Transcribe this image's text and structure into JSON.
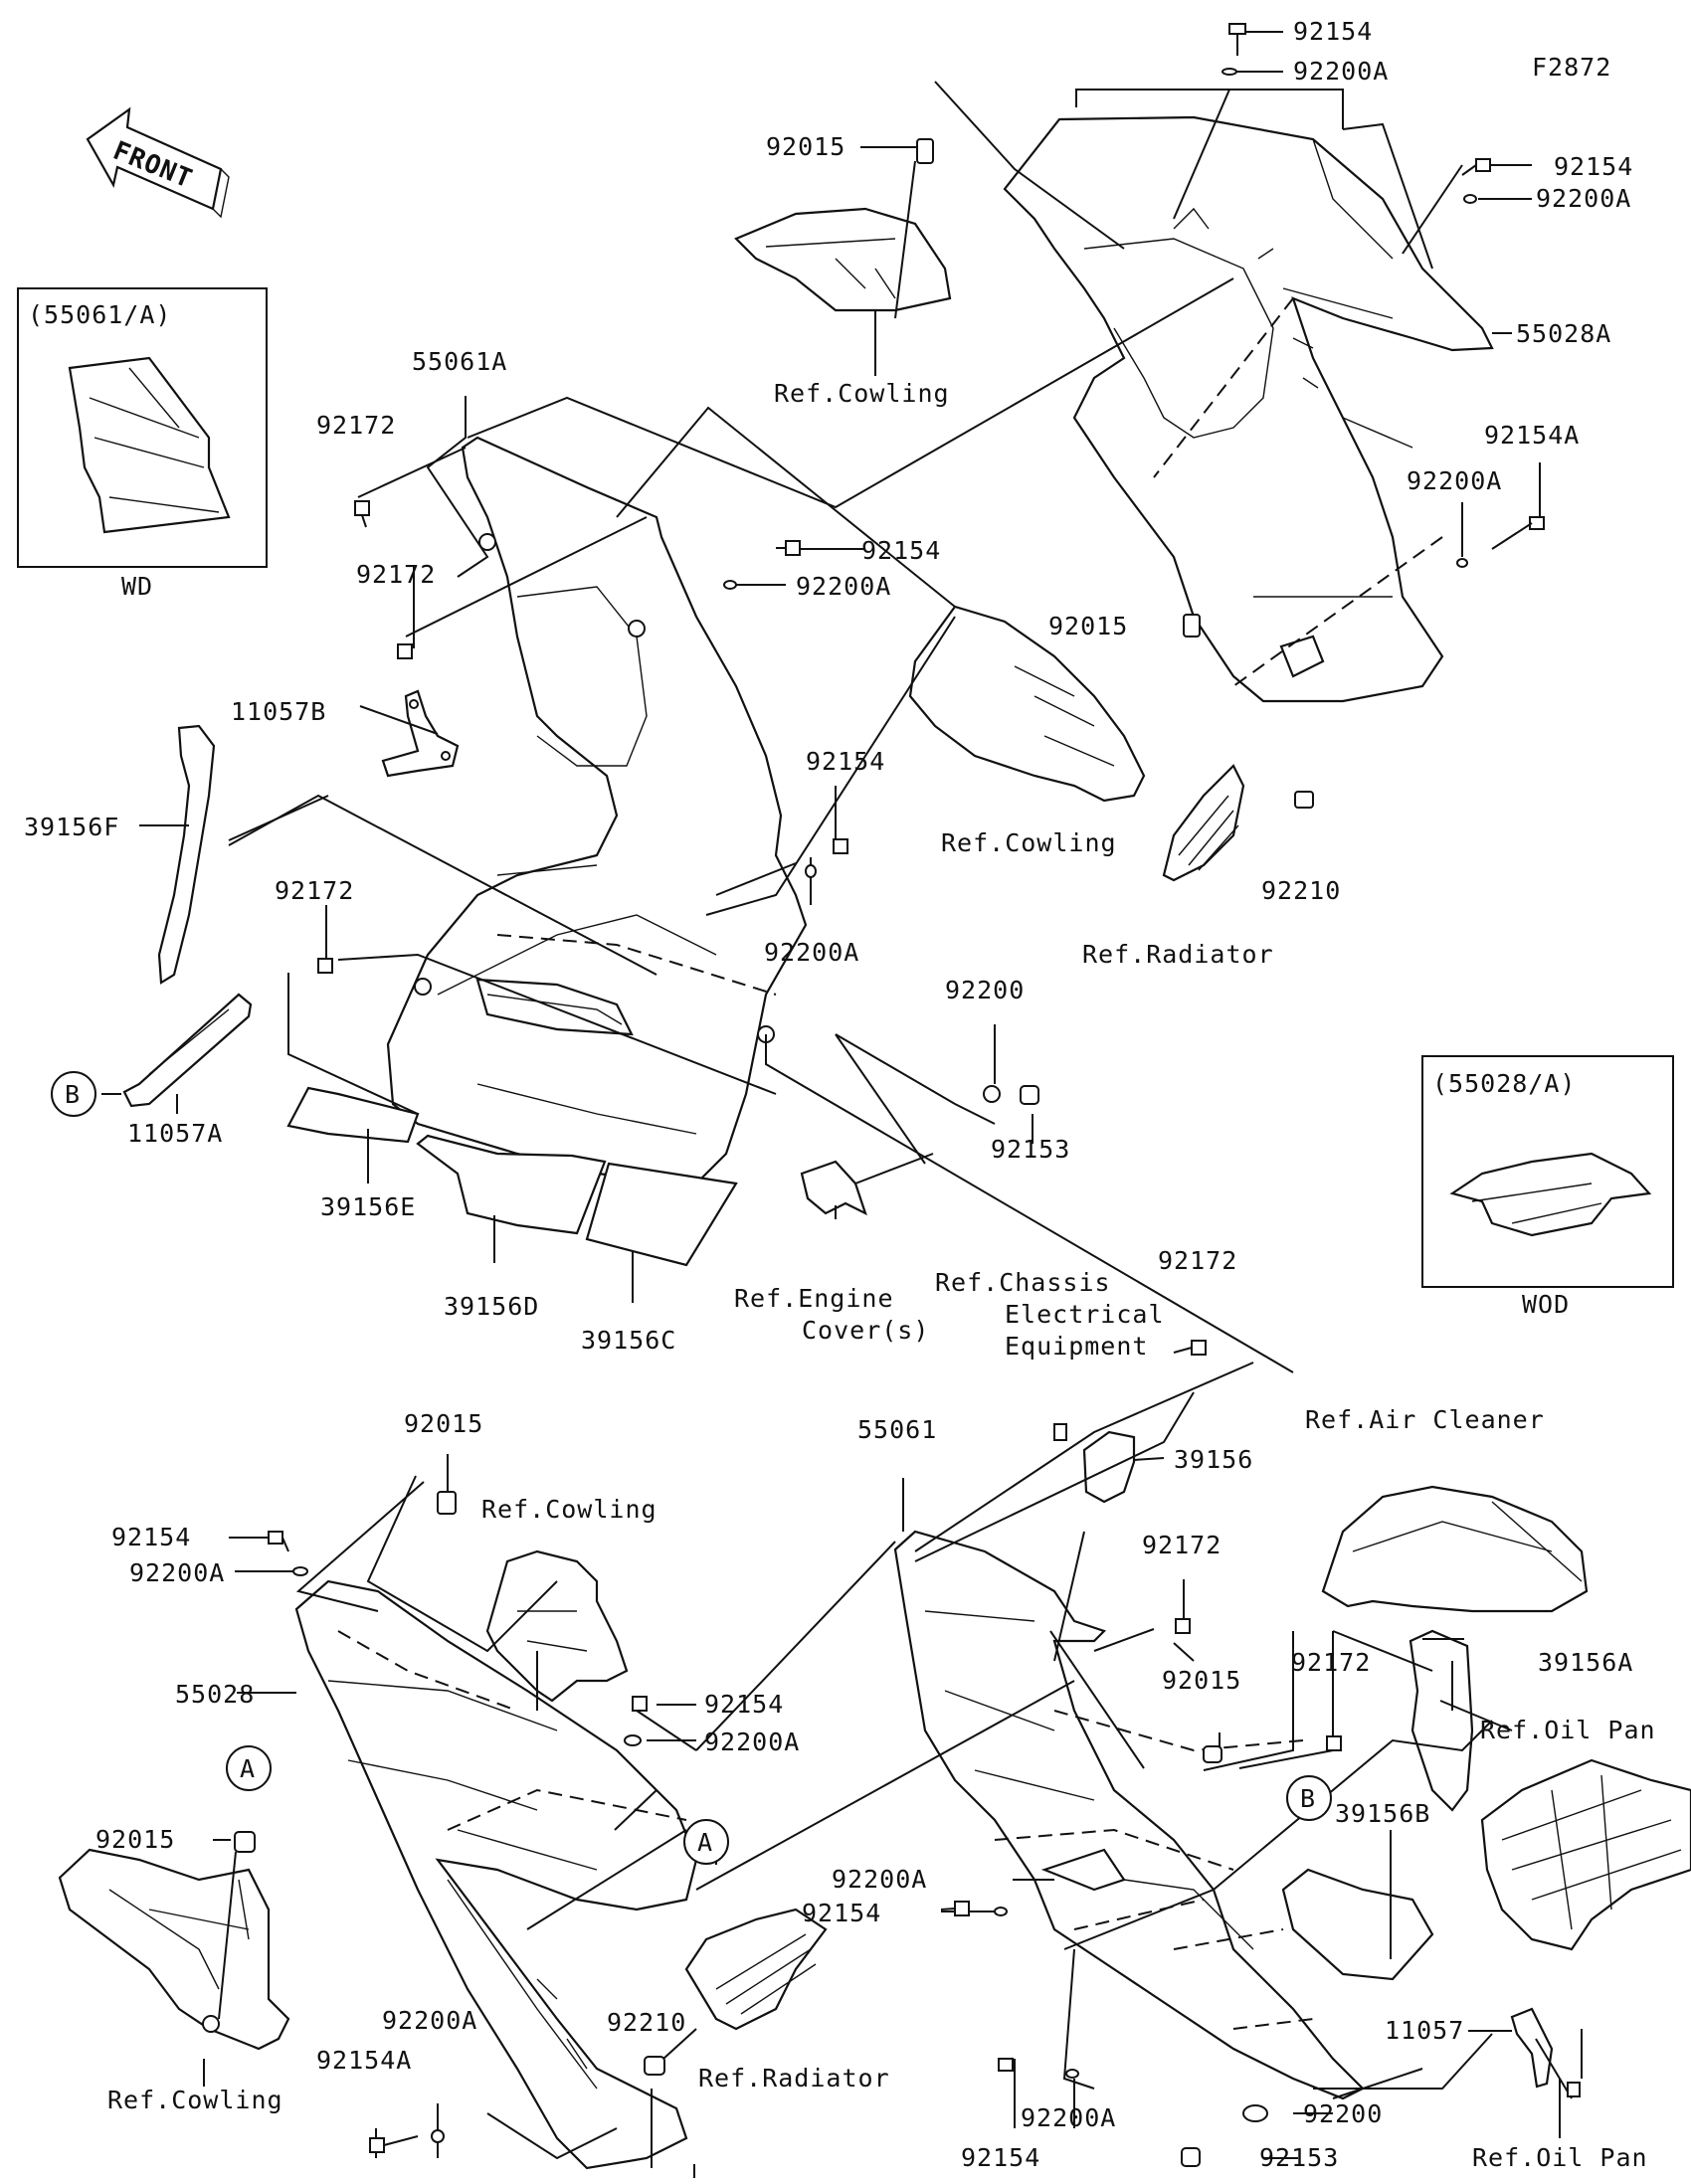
{
  "figure_code": "F2872",
  "front_label": "FRONT",
  "insets": {
    "wd": {
      "ref": "(55061/A)",
      "caption": "WD"
    },
    "wod": {
      "ref": "(55028/A)",
      "caption": "WOD"
    }
  },
  "circle_markers": {
    "a": "A",
    "b": "B"
  },
  "part_numbers": {
    "p92154": "92154",
    "p92154A": "92154A",
    "p92200": "92200",
    "p92200A": "92200A",
    "p92015": "92015",
    "p92172": "92172",
    "p92153": "92153",
    "p92210": "92210",
    "p55028": "55028",
    "p55028A": "55028A",
    "p55061": "55061",
    "p55061A": "55061A",
    "p11057": "11057",
    "p11057A": "11057A",
    "p11057B": "11057B",
    "p39156": "39156",
    "p39156A": "39156A",
    "p39156B": "39156B",
    "p39156C": "39156C",
    "p39156D": "39156D",
    "p39156E": "39156E",
    "p39156F": "39156F"
  },
  "references": {
    "cowling": "Ref.Cowling",
    "radiator": "Ref.Radiator",
    "engine_cover_line1": "Ref.Engine",
    "engine_cover_line2": "Cover(s)",
    "chassis_line1": "Ref.Chassis",
    "chassis_line2": "Electrical",
    "chassis_line3": "Equipment",
    "air_cleaner": "Ref.Air Cleaner",
    "oil_pan": "Ref.Oil Pan"
  }
}
